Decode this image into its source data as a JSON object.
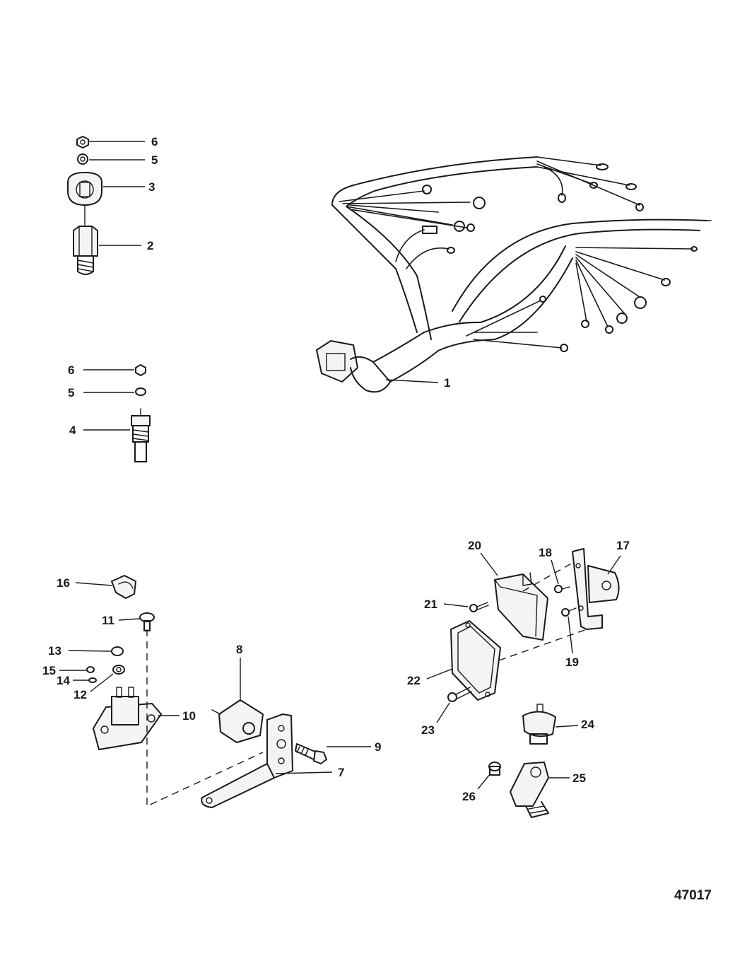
{
  "callouts": {
    "c1": "1",
    "c2": "2",
    "c3": "3",
    "c4": "4",
    "c5a": "5",
    "c5b": "5",
    "c6a": "6",
    "c6b": "6",
    "c7": "7",
    "c8": "8",
    "c9": "9",
    "c10": "10",
    "c11": "11",
    "c12": "12",
    "c13": "13",
    "c14": "14",
    "c15": "15",
    "c16": "16",
    "c17": "17",
    "c18": "18",
    "c19": "19",
    "c20": "20",
    "c21": "21",
    "c22": "22",
    "c23": "23",
    "c24": "24",
    "c25": "25",
    "c26": "26"
  },
  "figure_number": "47017"
}
